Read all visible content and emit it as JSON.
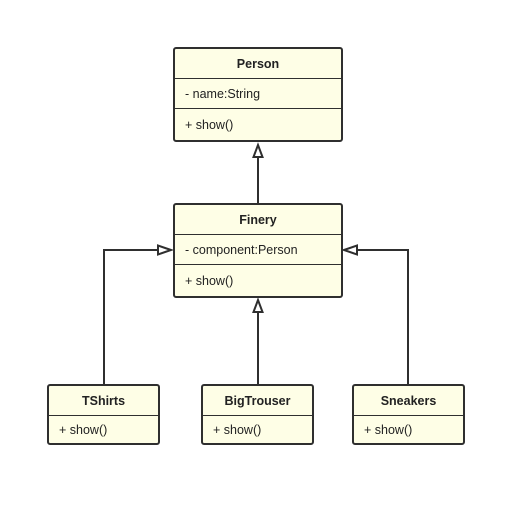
{
  "classes": {
    "person": {
      "name": "Person",
      "attribute": "- name:String",
      "method": "+ show()"
    },
    "finery": {
      "name": "Finery",
      "attribute": "- component:Person",
      "method": "+ show()"
    },
    "tshirts": {
      "name": "TShirts",
      "method": "+ show()"
    },
    "bigtrouser": {
      "name": "BigTrouser",
      "method": "+ show()"
    },
    "sneakers": {
      "name": "Sneakers",
      "method": "+ show()"
    }
  },
  "relationships": [
    {
      "from": "Finery",
      "to": "Person",
      "type": "inheritance"
    },
    {
      "from": "TShirts",
      "to": "Finery",
      "type": "inheritance"
    },
    {
      "from": "BigTrouser",
      "to": "Finery",
      "type": "inheritance"
    },
    {
      "from": "Sneakers",
      "to": "Finery",
      "type": "inheritance"
    }
  ],
  "colors": {
    "box_fill": "#fefee6",
    "stroke": "#2f2f2f"
  }
}
